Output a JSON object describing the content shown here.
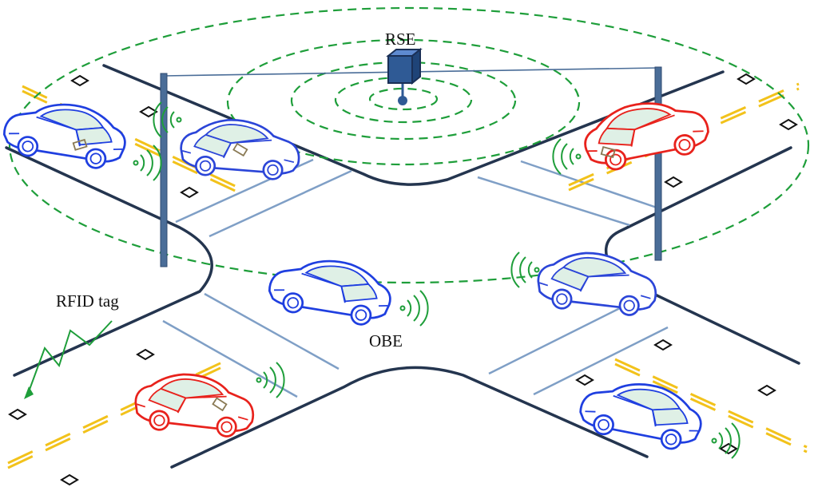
{
  "labels": {
    "rse": "RSE",
    "obe": "OBE",
    "rfid": "RFID tag"
  },
  "colors": {
    "road": "#24354f",
    "crosswalk": "#7f9fc6",
    "coverage": "#1e9e3a",
    "lane_marking": "#f2c21b",
    "car_blue": "#1f3fe0",
    "car_red": "#e8221c",
    "pole": "#4a6d98",
    "rse_box": "#2f5a95"
  },
  "icons": {
    "rse": "cube-icon",
    "rfid_tag": "diamond-icon",
    "signal": "wifi-wave-icon",
    "vehicle": "car-icon"
  }
}
